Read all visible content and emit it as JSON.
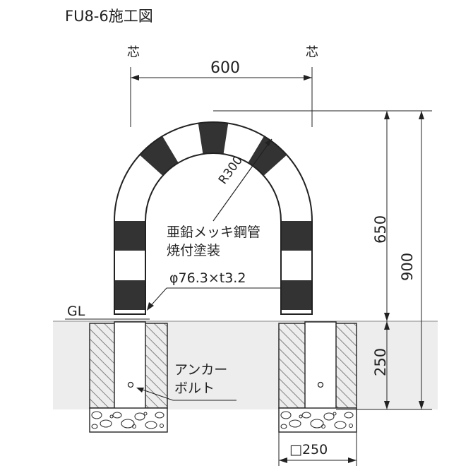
{
  "title": "FU8-6施工図",
  "center_mark_left": "芯",
  "center_mark_right": "芯",
  "dim_width": "600",
  "dim_radius": "R300",
  "dim_height_above": "650",
  "dim_height_total": "900",
  "dim_depth": "250",
  "dim_base": "□250",
  "ground_label": "GL",
  "material": {
    "line1": "亜鉛メッキ鋼管",
    "line2": "焼付塗装",
    "line3": "φ76.3×t3.2"
  },
  "anchor": {
    "line1": "アンカー",
    "line2": "ボルト"
  },
  "colors": {
    "line": "#222222",
    "stripe": "#333333",
    "ground": "#ededed",
    "hatch": "#555555"
  }
}
